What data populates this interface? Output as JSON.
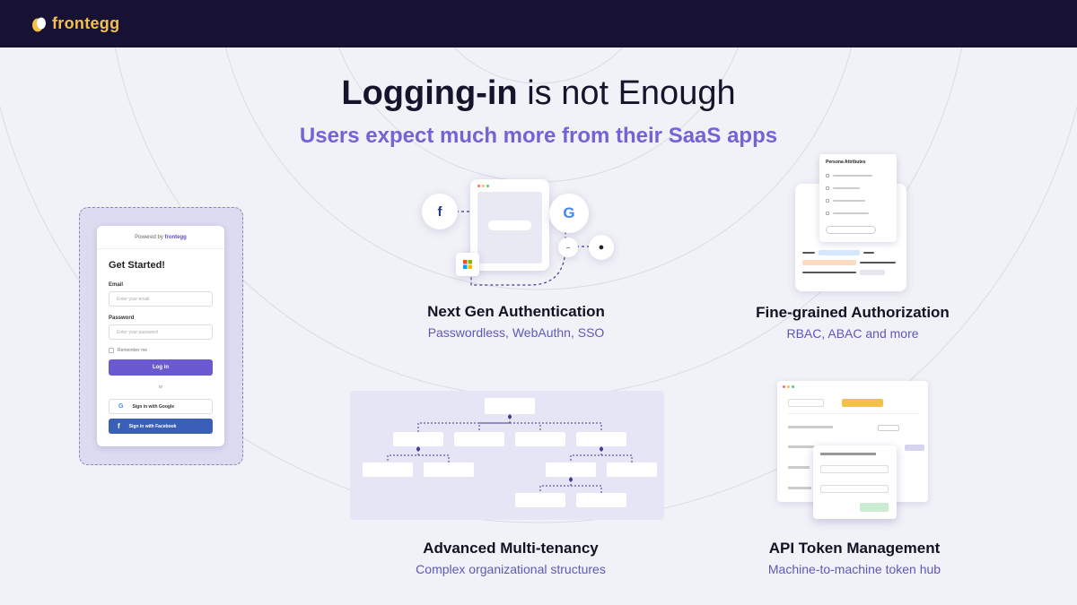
{
  "brand": {
    "name": "frontegg"
  },
  "headline": {
    "bold": "Logging-in",
    "rest": " is not Enough"
  },
  "subheadline": "Users expect much more from their SaaS apps",
  "login_card": {
    "powered_by": "Powered by",
    "powered_brand": "frontegg",
    "title": "Get Started!",
    "email_label": "Email",
    "email_placeholder": "Enter your email",
    "password_label": "Password",
    "password_placeholder": "Enter your password",
    "remember_label": "Remember me",
    "login_button": "Log in",
    "or_text": "or",
    "google_button": "Sign in with Google",
    "facebook_button": "Sign in with Facebook"
  },
  "features": [
    {
      "title": "Next Gen Authentication",
      "subtitle": "Passwordless, WebAuthn, SSO"
    },
    {
      "title": "Fine-grained Authorization",
      "subtitle": "RBAC, ABAC and more"
    },
    {
      "title": "Advanced Multi-tenancy",
      "subtitle": "Complex organizational structures"
    },
    {
      "title": "API Token Management",
      "subtitle": "Machine-to-machine token hub"
    }
  ],
  "authorization_popup": {
    "title": "Persona Attributes"
  },
  "icons": {
    "facebook": "facebook-icon",
    "google": "google-icon",
    "github": "github-icon",
    "microsoft": "microsoft-icon"
  },
  "colors": {
    "topbar": "#171133",
    "brand_yellow": "#f3c04b",
    "accent_purple": "#7363d4",
    "button_purple": "#6a5ad1",
    "facebook_blue": "#3a5fb8",
    "api_yellow": "#f3c04b"
  }
}
